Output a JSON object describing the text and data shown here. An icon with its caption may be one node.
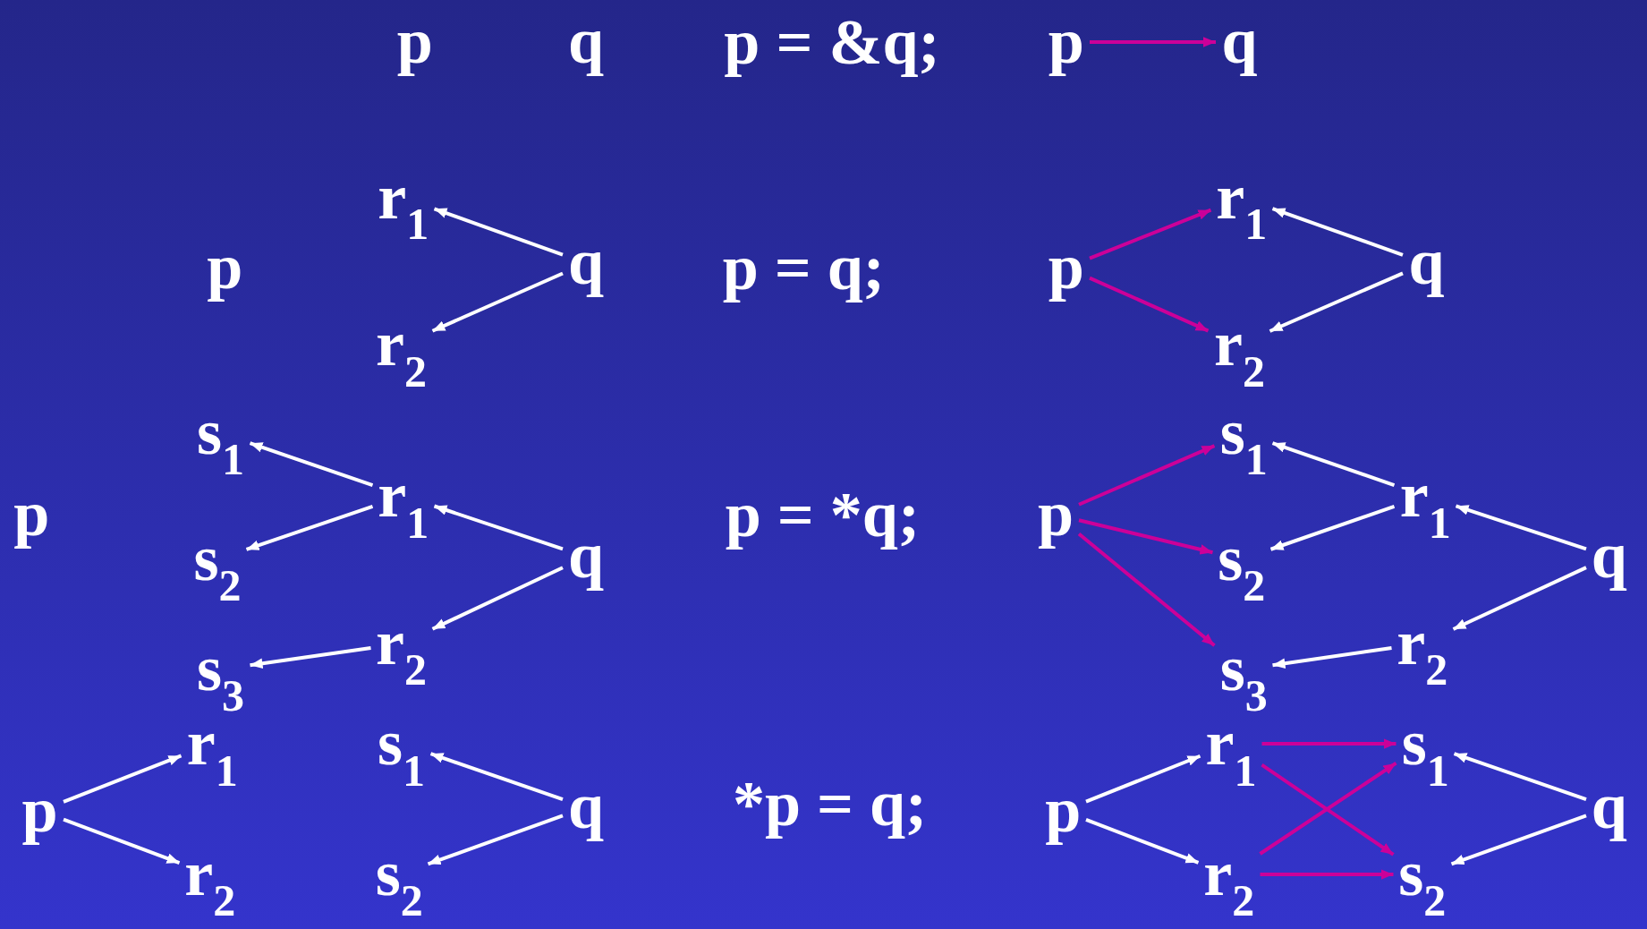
{
  "diagram": {
    "nodes": [
      {
        "text": [
          "p"
        ]
      },
      {
        "text": [
          "q"
        ]
      },
      {
        "text": [
          "p"
        ]
      },
      {
        "text": [
          "q"
        ]
      },
      {
        "text": [
          "r$_{1}$"
        ]
      },
      {
        "text": [
          "p"
        ]
      },
      {
        "text": [
          "q"
        ]
      },
      {
        "text": [
          "r$_{2}$"
        ]
      },
      {
        "text": [
          "r$_{1}$"
        ]
      },
      {
        "text": [
          "p"
        ]
      },
      {
        "text": [
          "q"
        ]
      },
      {
        "text": [
          "r$_{2}$"
        ]
      },
      {
        "text": [
          "s$_{1}$"
        ]
      },
      {
        "text": [
          "p"
        ]
      },
      {
        "text": [
          "r$_{1}$"
        ]
      },
      {
        "text": [
          "s$_{2}$"
        ]
      },
      {
        "text": [
          "q"
        ]
      },
      {
        "text": [
          "r$_{2}$"
        ]
      },
      {
        "text": [
          "s$_{3}$"
        ]
      },
      {
        "text": [
          "s$_{1}$"
        ]
      },
      {
        "text": [
          "p"
        ]
      },
      {
        "text": [
          "r$_{1}$"
        ]
      },
      {
        "text": [
          "s$_{2}$"
        ]
      },
      {
        "text": [
          "q"
        ]
      },
      {
        "text": [
          "r$_{2}$"
        ]
      },
      {
        "text": [
          "s$_{3}$"
        ]
      },
      {
        "text": [
          "r$_{1}$"
        ]
      },
      {
        "text": [
          "s$_{1}$"
        ]
      },
      {
        "text": [
          "p"
        ]
      },
      {
        "text": [
          "q"
        ]
      },
      {
        "text": [
          "r$_{2}$"
        ]
      },
      {
        "text": [
          "s$_{2}$"
        ]
      },
      {
        "text": [
          "r$_{1}$"
        ]
      },
      {
        "text": [
          "s$_{1}$"
        ]
      },
      {
        "text": [
          "p"
        ]
      },
      {
        "text": [
          "q"
        ]
      },
      {
        "text": [
          "r$_{2}$"
        ]
      },
      {
        "text": [
          "s$_{2}$"
        ]
      }
    ],
    "edges": [
      {
        "from": 2,
        "to": 3,
        "arrow": "to",
        "color": "#cc0099"
      },
      {
        "from": 6,
        "to": 4,
        "arrow": "to"
      },
      {
        "from": 6,
        "to": 7,
        "arrow": "to"
      },
      {
        "from": 9,
        "to": 8,
        "arrow": "to",
        "color": "#cc0099"
      },
      {
        "from": 9,
        "to": 11,
        "arrow": "to",
        "color": "#cc0099"
      },
      {
        "from": 10,
        "to": 8,
        "arrow": "to"
      },
      {
        "from": 10,
        "to": 11,
        "arrow": "to"
      },
      {
        "from": 14,
        "to": 12,
        "arrow": "to"
      },
      {
        "from": 14,
        "to": 15,
        "arrow": "to"
      },
      {
        "from": 16,
        "to": 14,
        "arrow": "to"
      },
      {
        "from": 16,
        "to": 17,
        "arrow": "to"
      },
      {
        "from": 17,
        "to": 18,
        "arrow": "to"
      },
      {
        "from": 20,
        "to": 19,
        "arrow": "to",
        "color": "#cc0099"
      },
      {
        "from": 20,
        "to": 22,
        "arrow": "to",
        "color": "#cc0099"
      },
      {
        "from": 20,
        "to": 25,
        "arrow": "to",
        "color": "#cc0099"
      },
      {
        "from": 21,
        "to": 19,
        "arrow": "to"
      },
      {
        "from": 21,
        "to": 22,
        "arrow": "to"
      },
      {
        "from": 23,
        "to": 21,
        "arrow": "to"
      },
      {
        "from": 23,
        "to": 24,
        "arrow": "to"
      },
      {
        "from": 24,
        "to": 25,
        "arrow": "to"
      },
      {
        "from": 28,
        "to": 26,
        "arrow": "to"
      },
      {
        "from": 28,
        "to": 30,
        "arrow": "to"
      },
      {
        "from": 29,
        "to": 27,
        "arrow": "to"
      },
      {
        "from": 29,
        "to": 31,
        "arrow": "to"
      },
      {
        "from": 34,
        "to": 32,
        "arrow": "to"
      },
      {
        "from": 34,
        "to": 36,
        "arrow": "to"
      },
      {
        "from": 35,
        "to": 33,
        "arrow": "to"
      },
      {
        "from": 35,
        "to": 37,
        "arrow": "to"
      },
      {
        "from": 32,
        "to": 33,
        "arrow": "to",
        "color": "#cc0099"
      },
      {
        "from": 32,
        "to": 37,
        "arrow": "to",
        "color": "#cc0099"
      },
      {
        "from": 36,
        "to": 33,
        "arrow": "to",
        "color": "#cc0099"
      },
      {
        "from": 36,
        "to": 37,
        "arrow": "to",
        "color": "#cc0099"
      }
    ],
    "labels": [
      "p = &q;",
      "p = q;",
      "p = *q;",
      "*p = q;"
    ]
  }
}
